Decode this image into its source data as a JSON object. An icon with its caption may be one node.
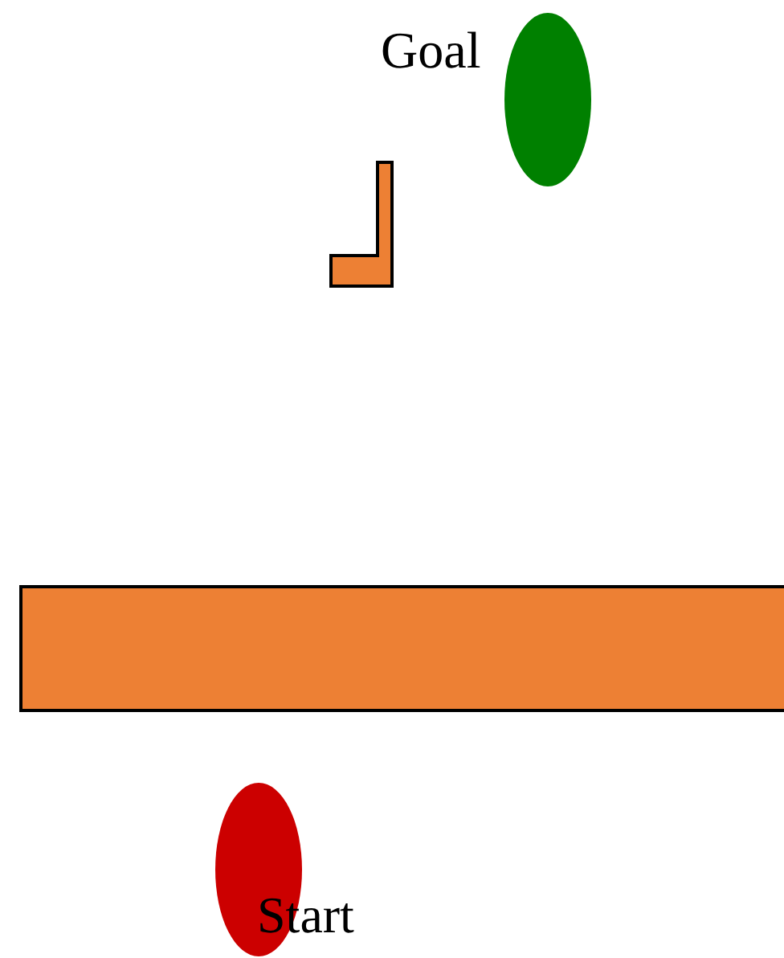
{
  "diagram": {
    "nodes": [
      {
        "text": [],
        "shape": "ellipse",
        "beside": [
          "Goal"
        ]
      },
      {
        "text": [],
        "shape": "polygon"
      },
      {
        "text": [],
        "shape": "box"
      },
      {
        "text": [],
        "shape": "ellipse",
        "beside": [
          "Start"
        ]
      }
    ]
  }
}
